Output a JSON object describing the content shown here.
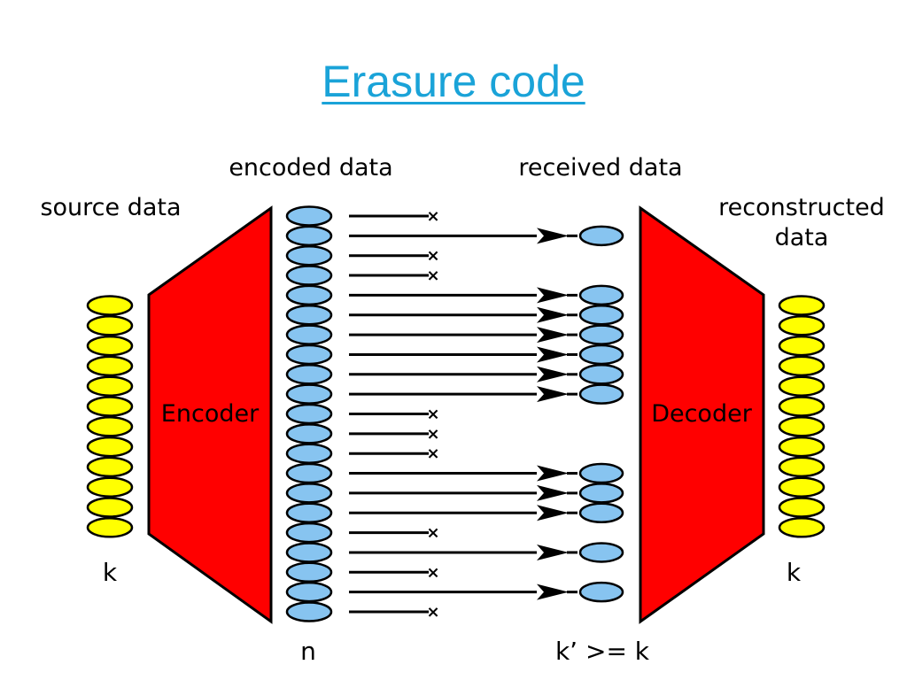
{
  "slide": {
    "title": "Erasure code"
  },
  "diagram": {
    "labels": {
      "source_data": "source data",
      "encoded_data": "encoded data",
      "received_data": "received data",
      "reconstructed_line1": "reconstructed",
      "reconstructed_line2": "data",
      "encoder": "Encoder",
      "decoder": "Decoder",
      "k_source": "k",
      "n_encoded": "n",
      "k_received": "k’ >= k",
      "k_reconstructed": "k"
    },
    "source_blocks": 12,
    "encoded_blocks": 21,
    "reconstructed_blocks": 12,
    "transmissions": [
      "lost",
      "received",
      "lost",
      "lost",
      "received",
      "received",
      "received",
      "received",
      "received",
      "received",
      "lost",
      "lost",
      "lost",
      "received",
      "received",
      "received",
      "lost",
      "received",
      "lost",
      "received",
      "lost"
    ],
    "colors": {
      "title": "#1aa3d8",
      "source_block": "#ffff00",
      "encoded_block": "#87c4f0",
      "encoder_fill": "#ff0000",
      "outline": "#000000"
    }
  }
}
